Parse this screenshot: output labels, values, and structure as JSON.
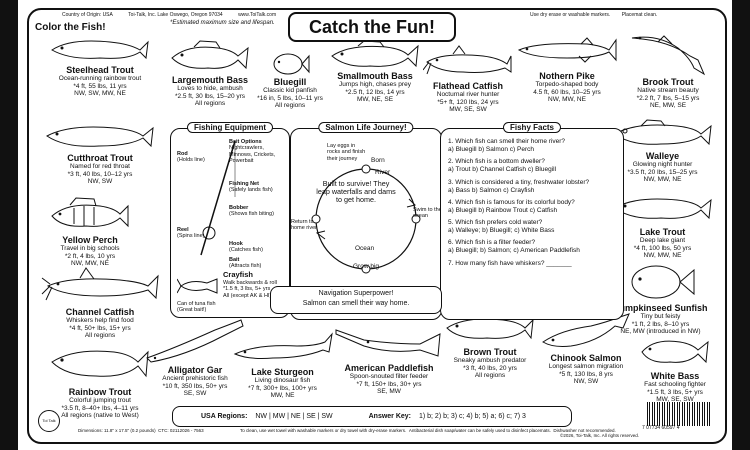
{
  "header": {
    "left_text": "Country of Origin: USA",
    "company": "Toi-Talk, Inc. Lake Oswego, Oregon 97034",
    "website": "www.ToiTalk.com",
    "right_text": "Use dry erase or washable markers.",
    "right_text_2": "Placemat clean.",
    "title": "Catch the Fun!",
    "subtitle": "Color the Fish!",
    "estimated": "*Estimated maximum size and lifespan."
  },
  "fish": [
    {
      "name": "Steelhead Trout",
      "desc": "Ocean-running rainbow trout",
      "stat": "*4 ft, 55 lbs, 11 yrs",
      "region": "NW, SW, MW, NE"
    },
    {
      "name": "Largemouth Bass",
      "desc": "Loves to hide, ambush",
      "stat": "*2.5 ft, 30 lbs, 15–20 yrs",
      "region": "All regions"
    },
    {
      "name": "Bluegill",
      "desc": "Classic kid panfish",
      "stat": "*16 in, 5 lbs, 10–11 yrs",
      "region": "All regions"
    },
    {
      "name": "Smallmouth Bass",
      "desc": "Jumps high, chases prey",
      "stat": "*2.5 ft, 12 lbs, 14 yrs",
      "region": "MW, NE, SE"
    },
    {
      "name": "Flathead Catfish",
      "desc": "Nocturnal river hunter",
      "stat": "*5+ ft, 120 lbs, 24 yrs",
      "region": "MW, SE, SW"
    },
    {
      "name": "Nothern Pike",
      "desc": "Torpedo-shaped body",
      "stat": "4.5 ft, 60 lbs, 10–25 yrs",
      "region": "NW, MW, NE"
    },
    {
      "name": "Brook Trout",
      "desc": "Native stream beauty",
      "stat": "*2.2 ft, 7 lbs, 5–15 yrs",
      "region": "NE, MW, SE"
    },
    {
      "name": "Cutthroat Trout",
      "desc": "Named for red throat",
      "stat": "*3 ft, 40 lbs, 10–12 yrs",
      "region": "NW, SW"
    },
    {
      "name": "Walleye",
      "desc": "Glowing night hunter",
      "stat": "*3.5 ft, 20 lbs, 15–25 yrs",
      "region": "NW, MW, NE"
    },
    {
      "name": "Yellow Perch",
      "desc": "Travel in big schools",
      "stat": "*2 ft, 4 lbs, 10 yrs",
      "region": "NW, MW, NE"
    },
    {
      "name": "Lake Trout",
      "desc": "Deep lake giant",
      "stat": "*4 ft, 100 lbs, 50 yrs",
      "region": "NW, MW, NE"
    },
    {
      "name": "Channel Catfish",
      "desc": "Whiskers help find food",
      "stat": "*4 ft, 50+ lbs, 15+ yrs",
      "region": "All regions"
    },
    {
      "name": "Pumpkinseed Sunfish",
      "desc": "Tiny but feisty",
      "stat": "*1 ft, 2 lbs, 8–10 yrs",
      "region": "NE, MW (introduced in NW)"
    },
    {
      "name": "Alligator Gar",
      "desc": "Ancient prehistoric fish",
      "stat": "*10 ft, 350 lbs, 50+ yrs",
      "region": "SE, SW"
    },
    {
      "name": "Lake Sturgeon",
      "desc": "Living dinosaur fish",
      "stat": "*7 ft, 300+ lbs, 100+ yrs",
      "region": "MW, NE"
    },
    {
      "name": "American Paddlefish",
      "desc": "Spoon-snouted filter feeder",
      "stat": "*7 ft, 150+ lbs, 30+ yrs",
      "region": "SE, MW"
    },
    {
      "name": "Brown Trout",
      "desc": "Sneaky ambush predator",
      "stat": "*3 ft, 40 lbs, 20 yrs",
      "region": "All regions"
    },
    {
      "name": "Chinook Salmon",
      "desc": "Longest salmon migration",
      "stat": "*5 ft, 130 lbs, 8 yrs",
      "region": "NW, SW"
    },
    {
      "name": "Rainbow Trout",
      "desc": "Colorful jumping trout",
      "stat": "*3.5 ft, 8–40+ lbs, 4–11 yrs",
      "region": "All regions (native to West)"
    },
    {
      "name": "White Bass",
      "desc": "Fast schooling fighter",
      "stat": "*1.5 ft, 3 lbs, 5+ yrs",
      "region": "MW, SE, SW"
    },
    {
      "name": "Crayfish",
      "desc": "Walk backwards & roll",
      "stat": "*1.5 ft, 3 lbs, 5+ yrs",
      "region": "All (except AK & HI)"
    }
  ],
  "equipment": {
    "title": "Fishing Equipment",
    "rod": "Rod",
    "rod_sub": "(Holds line)",
    "bait_options": "Bait Options",
    "bait_sub": "Nightcrawlers, Minnows, Crickets, Powerbait",
    "fishing_net": "Fishing Net",
    "net_sub": "(Safely lands fish)",
    "bobber": "Bobber",
    "bobber_sub": "(Shows fish biting)",
    "reel": "Reel",
    "reel_sub": "(Spins line)",
    "hook": "Hook",
    "hook_sub": "(Catches fish)",
    "bait": "Bait",
    "bait_sub2": "(Attracts fish)",
    "can": "Can of tuna fish",
    "can_sub": "(Great bait!)"
  },
  "salmon": {
    "title": "Salmon Life Journey!",
    "step1": "Lay eggs in rocks and finish their journey",
    "born": "Born",
    "river": "River",
    "swim": "Swim to the ocean",
    "ocean": "Ocean",
    "grow": "Grow big",
    "return": "Return to home river",
    "center": "Built to survive! They leap waterfalls and dams to get home."
  },
  "facts": {
    "title": "Fishy Facts",
    "q1": "1. Which fish can smell their home river?",
    "a1": "a) Bluegill   b) Salmon   c) Perch",
    "q2": "2. Which fish is a bottom dweller?",
    "a2": "a) Trout   b) Channel Catfish   c) Bluegill",
    "q3": "3. Which is considered a tiny, freshwater lobster?",
    "a3": "a) Bass   b) Salmon   c) Crayfish",
    "q4": "4. Which fish is famous for its colorful body?",
    "a4": "a) Bluegill b) Rainbow Trout c) Catfish",
    "q5": "5. Which fish prefers cold water?",
    "a5": "a) Walleye; b) Bluegill; c) White Bass",
    "q6": "6. Which fish is a filter feeder?",
    "a6": "a) Bluegill; b) Salmon; c) American Paddlefish",
    "q7": "7. How many fish have whiskers? _______"
  },
  "nav": {
    "line1": "Navigation Superpower!",
    "line2": "Salmon can smell their way home."
  },
  "bottom": {
    "regions_label": "USA Regions:",
    "regions": "NW | MW | NE | SE | SW",
    "answer_label": "Answer Key:",
    "answers": "1) b; 2) b; 3) c; 4) b; 5) a; 6) c; 7) 3",
    "dim": "Dimensions: 11.8\" x 17.5\" (0.2 pounds)",
    "ctc": "CTC: 02112026 - 7563",
    "note": "To clean, use wet towel with washable markers or dry towel with dry-erase markers.",
    "note2": "Antibacterial dish soap/water can be safely used to disinfect placemats.",
    "note3": "Dishwasher not recommended.",
    "copyright": "©2026, Toi-Talk, Inc. All rights reserved.",
    "barcode": "7 07734 60597 4",
    "logo": "Toi Talk"
  }
}
